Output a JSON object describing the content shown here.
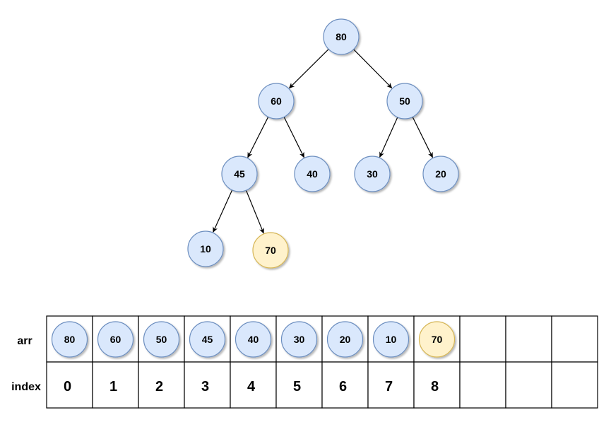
{
  "colors": {
    "normal_fill": "#dae8fc",
    "normal_stroke": "#6c8ebf",
    "highlight_fill": "#fff2cc",
    "highlight_stroke": "#d6b656",
    "line": "#000000"
  },
  "tree": {
    "nodes": [
      {
        "id": "n80",
        "label": "80",
        "highlight": false
      },
      {
        "id": "n60",
        "label": "60",
        "highlight": false
      },
      {
        "id": "n50",
        "label": "50",
        "highlight": false
      },
      {
        "id": "n45",
        "label": "45",
        "highlight": false
      },
      {
        "id": "n40",
        "label": "40",
        "highlight": false
      },
      {
        "id": "n30",
        "label": "30",
        "highlight": false
      },
      {
        "id": "n20",
        "label": "20",
        "highlight": false
      },
      {
        "id": "n10",
        "label": "10",
        "highlight": false
      },
      {
        "id": "n70",
        "label": "70",
        "highlight": true
      }
    ],
    "edges": [
      {
        "from": "n80",
        "to": "n60"
      },
      {
        "from": "n80",
        "to": "n50"
      },
      {
        "from": "n60",
        "to": "n45"
      },
      {
        "from": "n60",
        "to": "n40"
      },
      {
        "from": "n50",
        "to": "n30"
      },
      {
        "from": "n50",
        "to": "n20"
      },
      {
        "from": "n45",
        "to": "n10"
      },
      {
        "from": "n45",
        "to": "n70"
      }
    ]
  },
  "array": {
    "arr_label": "arr",
    "index_label": "index",
    "cells": [
      {
        "value": "80",
        "index": "0",
        "highlight": false
      },
      {
        "value": "60",
        "index": "1",
        "highlight": false
      },
      {
        "value": "50",
        "index": "2",
        "highlight": false
      },
      {
        "value": "45",
        "index": "3",
        "highlight": false
      },
      {
        "value": "40",
        "index": "4",
        "highlight": false
      },
      {
        "value": "30",
        "index": "5",
        "highlight": false
      },
      {
        "value": "20",
        "index": "6",
        "highlight": false
      },
      {
        "value": "10",
        "index": "7",
        "highlight": false
      },
      {
        "value": "70",
        "index": "8",
        "highlight": true
      },
      {
        "value": "",
        "index": "",
        "highlight": false
      },
      {
        "value": "",
        "index": "",
        "highlight": false
      },
      {
        "value": "",
        "index": "",
        "highlight": false
      }
    ]
  }
}
